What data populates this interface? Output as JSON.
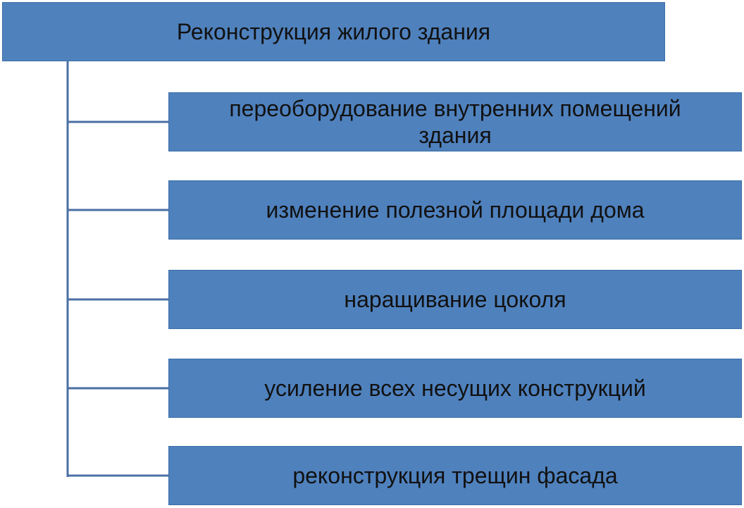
{
  "diagram": {
    "root": {
      "label": "Реконструкция жилого здания"
    },
    "children": [
      {
        "label": "переоборудование внутренних помещений здания"
      },
      {
        "label": "изменение полезной площади дома"
      },
      {
        "label": "наращивание цоколя"
      },
      {
        "label": "усиление всех несущих конструкций"
      },
      {
        "label": "реконструкция трещин фасада"
      }
    ],
    "colors": {
      "box_fill": "#4f81bd",
      "connector": "#4a6fa5",
      "text": "#111111"
    }
  }
}
